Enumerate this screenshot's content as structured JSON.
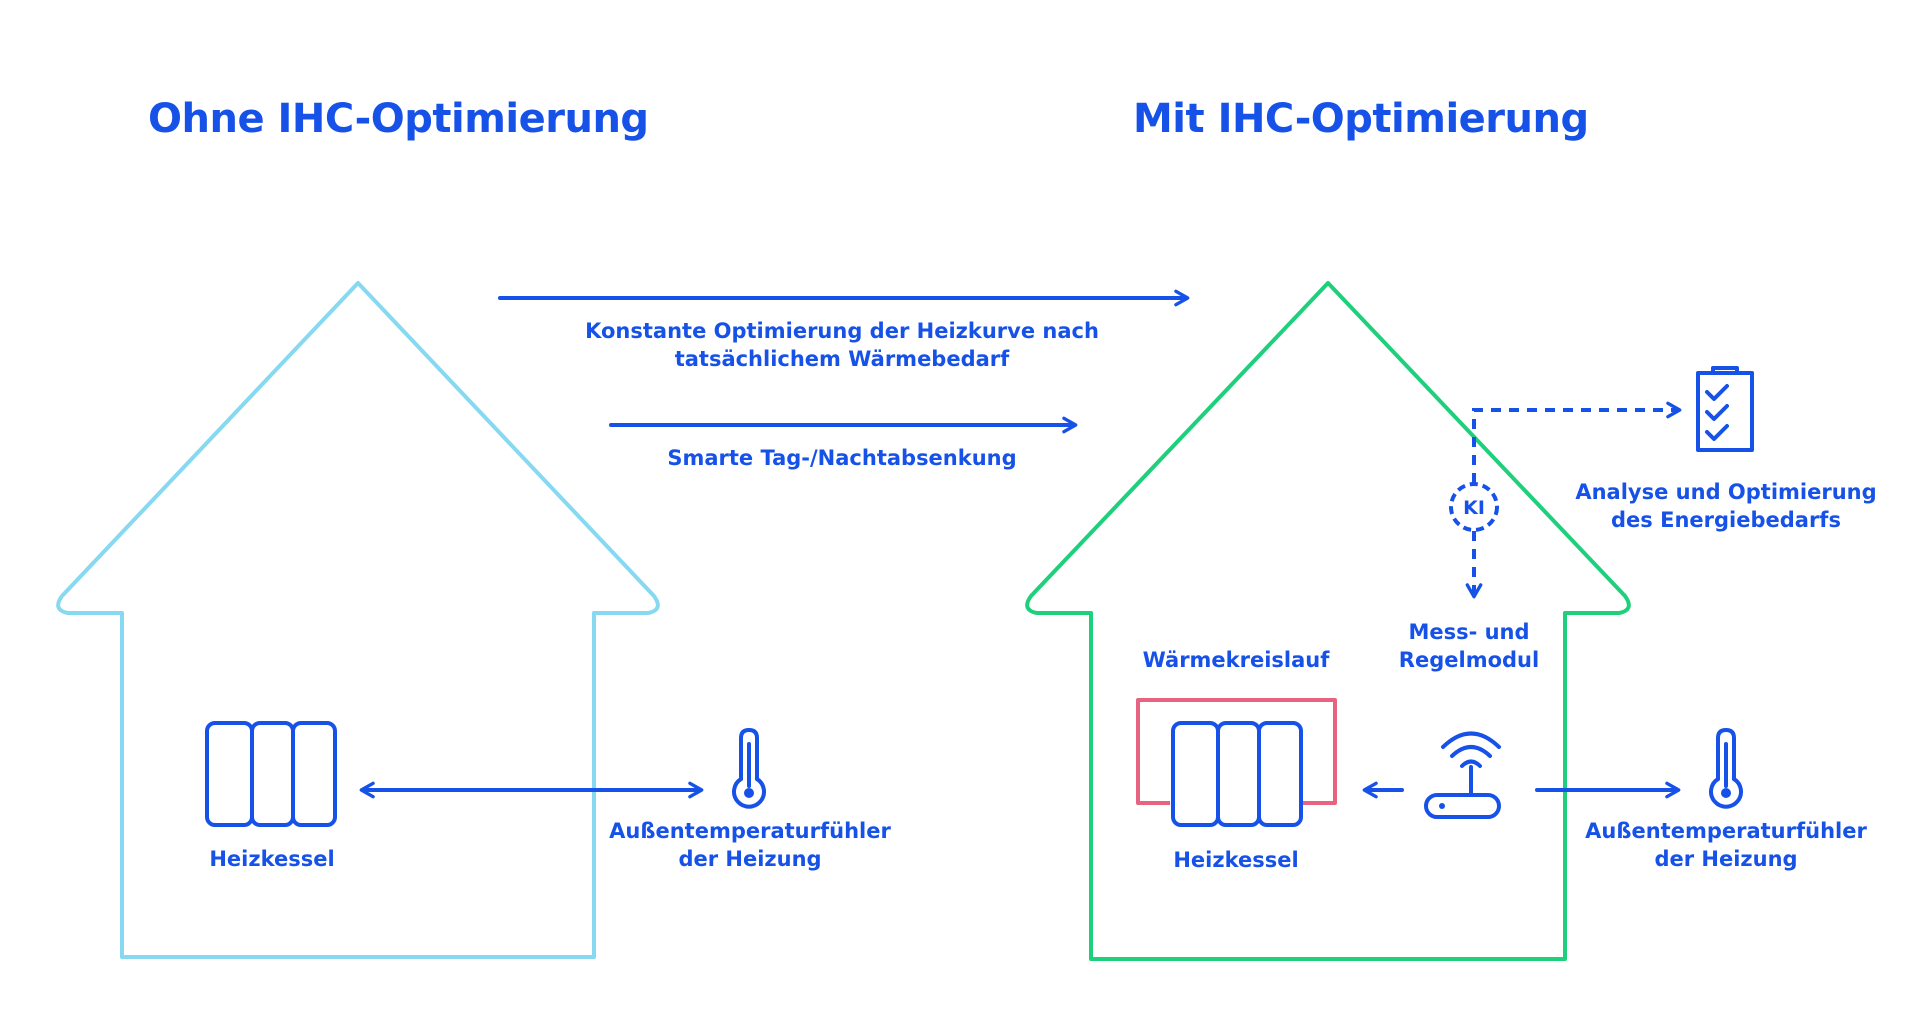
{
  "titles": {
    "left": "Ohne IHC-Optimierung",
    "right": "Mit IHC-Optimierung"
  },
  "arrows": {
    "curve": [
      "Konstante Optimierung der Heizkurve nach",
      "tatsächlichem Wärmebedarf"
    ],
    "night": "Smarte Tag-/Nachtabsenkung"
  },
  "left_house": {
    "boiler": "Heizkessel",
    "sensor": [
      "Außentemperaturfühler",
      "der Heizung"
    ]
  },
  "right_house": {
    "circuit": "Wärmekreislauf",
    "boiler": "Heizkessel",
    "module": [
      "Mess- und",
      "Regelmodul"
    ],
    "ai": "KI",
    "analysis": [
      "Analyse und Optimierung",
      "des Energiebedarfs"
    ],
    "sensor": [
      "Außentemperaturfühler",
      "der Heizung"
    ]
  },
  "colors": {
    "blue": "#1652e8",
    "light_blue": "#86d9f0",
    "green": "#1ed07c",
    "pink": "#e8637f"
  },
  "icons": [
    "radiator-icon",
    "thermometer-icon",
    "router-icon",
    "checklist-icon"
  ]
}
